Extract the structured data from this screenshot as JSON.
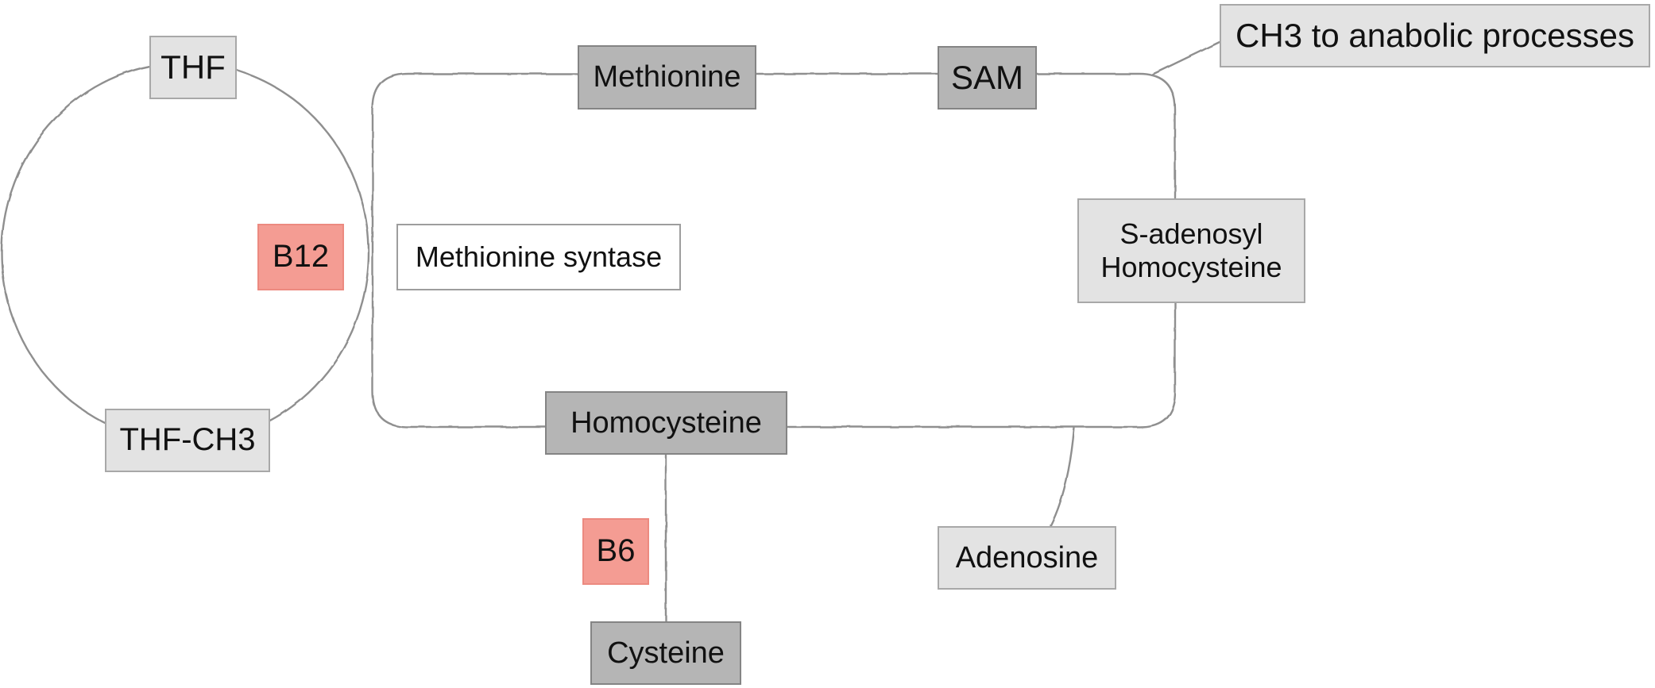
{
  "diagram_type": "metabolic-pathway-diagram",
  "palette": {
    "bg": "#ffffff",
    "ink": "#111111",
    "line": "#8f8f8f",
    "light_fill": "#e3e3e3",
    "light_border": "#a8a8a8",
    "mid_fill": "#b5b5b5",
    "mid_border": "#848484",
    "accent_fill": "#f49c93",
    "accent_border": "#ec8a80",
    "plain_fill": "#ffffff",
    "plain_border": "#9d9d9d"
  },
  "nodes": {
    "thf": {
      "label": "THF",
      "role": "metabolite"
    },
    "thf_ch3": {
      "label": "THF-CH3",
      "role": "metabolite"
    },
    "b12": {
      "label": "B12",
      "role": "cofactor"
    },
    "meth_syntase": {
      "label": "Methionine syntase",
      "role": "enzyme"
    },
    "methionine": {
      "label": "Methionine",
      "role": "cycle-metabolite"
    },
    "sam": {
      "label": "SAM",
      "role": "cycle-metabolite"
    },
    "ch3_anabolic": {
      "label": "CH3 to anabolic processes",
      "role": "output"
    },
    "sah": {
      "label": "S-adenosyl\nHomocysteine",
      "role": "metabolite"
    },
    "homocysteine": {
      "label": "Homocysteine",
      "role": "cycle-metabolite"
    },
    "b6": {
      "label": "B6",
      "role": "cofactor"
    },
    "cysteine": {
      "label": "Cysteine",
      "role": "cycle-metabolite"
    },
    "adenosine": {
      "label": "Adenosine",
      "role": "metabolite"
    }
  },
  "connections": [
    "folate-cycle-ellipse links THF and THF-CH3",
    "methionine-cycle-loop links Methionine, SAM, S-adenosyl Homocysteine and Homocysteine",
    "SAM branches to CH3 to anabolic processes",
    "loop bottom branches to Adenosine",
    "Homocysteine leads down through B6 to Cysteine"
  ]
}
